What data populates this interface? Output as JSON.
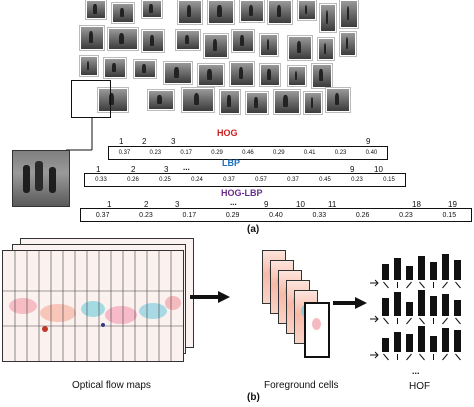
{
  "panel_a": {
    "caption": "(a)",
    "hog": {
      "title": "HOG",
      "color": "#cc1f1f",
      "indices": [
        "1",
        "2",
        "3",
        "9"
      ],
      "values": [
        "0.37",
        "0.23",
        "0.17",
        "0.29",
        "0.46",
        "0.29",
        "0.41",
        "0.23",
        "0.40"
      ]
    },
    "lbp": {
      "title": "LBP",
      "color": "#1f6fbf",
      "indices": [
        "1",
        "2",
        "3",
        "...",
        "9",
        "10"
      ],
      "values": [
        "0.33",
        "0.26",
        "0.25",
        "0.24",
        "0.37",
        "0.57",
        "0.37",
        "0.45",
        "0.23",
        "0.15"
      ]
    },
    "hoglbp": {
      "title": "HOG-LBP",
      "color": "#6a2d8c",
      "indices": [
        "1",
        "2",
        "3",
        "...",
        "9",
        "10",
        "11",
        "18",
        "19"
      ],
      "values": [
        "0.37",
        "0.23",
        "0.17",
        "0.29",
        "0.40",
        "0.33",
        "0.26",
        "0.23",
        "0.15"
      ]
    }
  },
  "panel_b": {
    "caption": "(b)",
    "optical_flow_label": "Optical flow maps",
    "foreground_label": "Foreground cells",
    "hof_label": "HOF",
    "hof_ellipsis": "...",
    "hof_rows": [
      [
        16,
        22,
        14,
        24,
        18,
        26,
        20
      ],
      [
        18,
        24,
        14,
        26,
        20,
        22,
        16
      ],
      [
        14,
        20,
        18,
        26,
        16,
        24,
        22
      ]
    ]
  }
}
